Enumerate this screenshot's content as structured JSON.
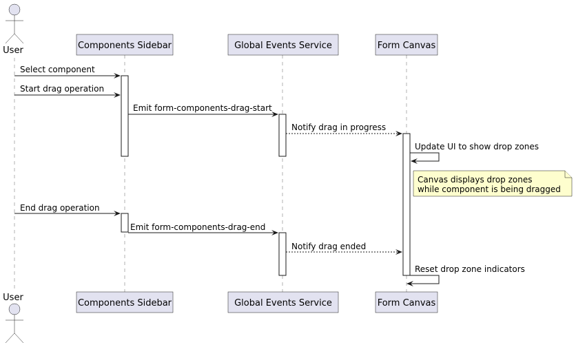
{
  "participants": {
    "user": {
      "label": "User"
    },
    "sidebar": {
      "label": "Components Sidebar"
    },
    "events": {
      "label": "Global Events Service"
    },
    "canvas": {
      "label": "Form Canvas"
    }
  },
  "messages": [
    {
      "label": "Select component"
    },
    {
      "label": "Start drag operation"
    },
    {
      "label": "Emit form-components-drag-start"
    },
    {
      "label": "Notify drag in progress"
    },
    {
      "label": "Update UI to show drop zones"
    },
    {
      "label": "End drag operation"
    },
    {
      "label": "Emit form-components-drag-end"
    },
    {
      "label": "Notify drag ended"
    },
    {
      "label": "Reset drop zone indicators"
    }
  ],
  "note": {
    "line1": "Canvas displays drop zones",
    "line2": "while component is being dragged"
  },
  "colors": {
    "participant_fill": "#e2e2f0",
    "note_fill": "#fefece",
    "line": "#181818"
  }
}
